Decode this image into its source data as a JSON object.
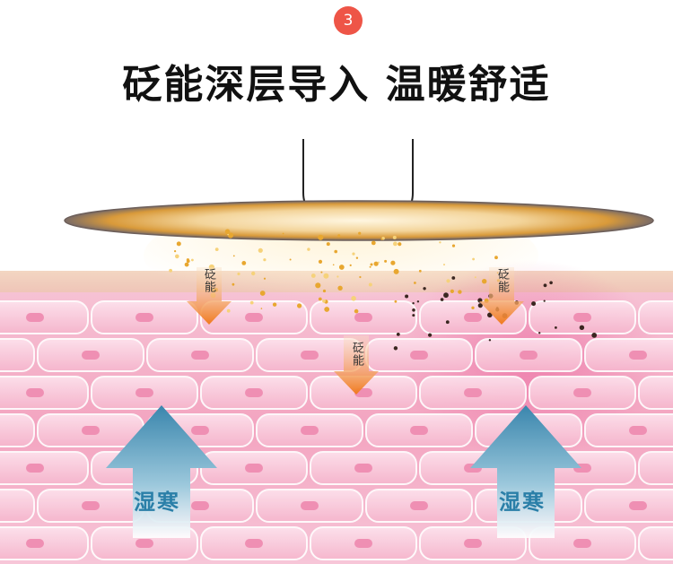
{
  "step_number": "3",
  "title": "砭能深层导入 温暖舒适",
  "arrow_labels": {
    "left": "砭能",
    "middle": "砭能",
    "right": "砭能"
  },
  "up_arrow_labels": {
    "left": "湿寒",
    "right": "湿寒"
  },
  "colors": {
    "badge": "#ee5547",
    "skin_pink": "#f4a6c3",
    "cell_light": "#fbd3e2",
    "orange_arrow": "#f07a1e",
    "blue_arrow": "#2a7fa8",
    "glow_gold": "#e8a730"
  }
}
